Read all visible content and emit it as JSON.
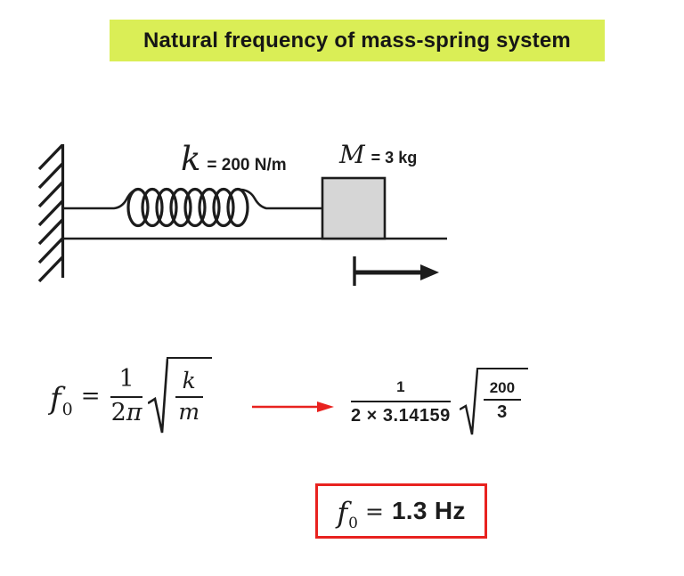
{
  "title": {
    "text": "Natural frequency of mass-spring system"
  },
  "diagram": {
    "spring_label_symbol": "k",
    "spring_label_value": "= 200 N/m",
    "mass_label_symbol": "M",
    "mass_label_value": "= 3 kg"
  },
  "formula": {
    "symbol": "f",
    "subscript": "0",
    "equals": "=",
    "numerator": "1",
    "denominator_coefficient": "2",
    "denominator_pi": "π",
    "radicand_numerator": "k",
    "radicand_denominator": "m"
  },
  "numeric": {
    "numerator": "1",
    "denominator": "2 × 3.14159",
    "radicand_numerator": "200",
    "radicand_denominator": "3"
  },
  "result": {
    "symbol": "f",
    "subscript": "0",
    "equals": "=",
    "value": "1.3 Hz"
  },
  "colors": {
    "title_background": "#daee56",
    "accent_red": "#e8221f",
    "mass_fill": "#d6d6d6",
    "ink": "#1c1c1c"
  }
}
